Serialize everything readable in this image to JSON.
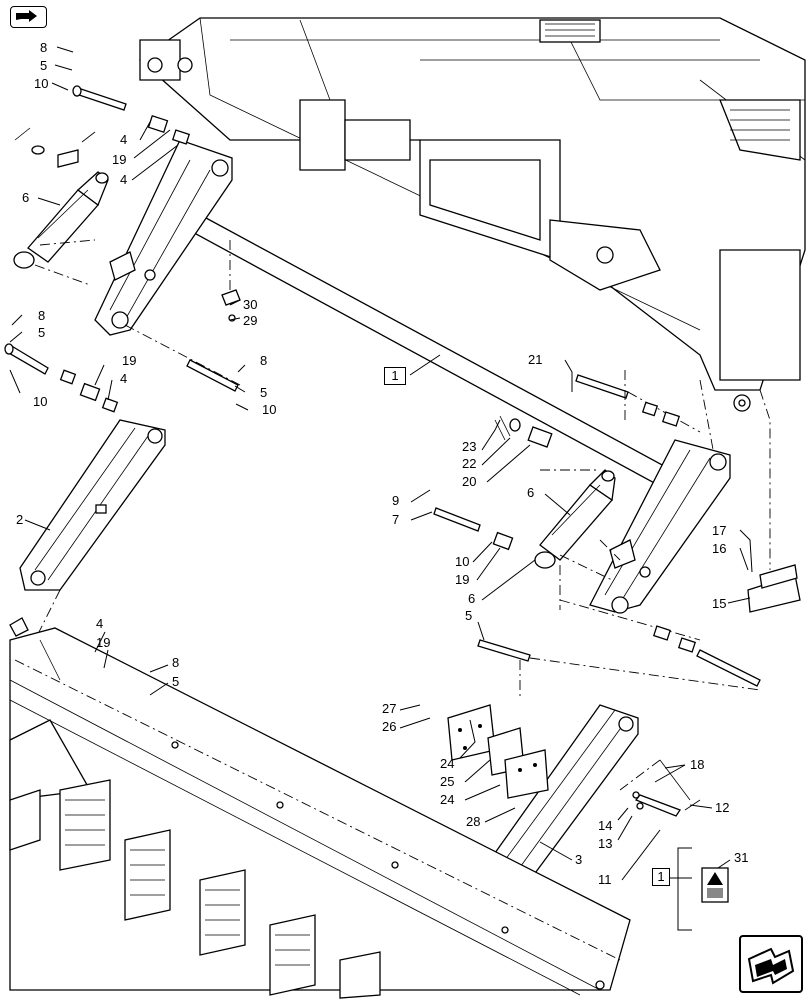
{
  "nav": {
    "top_icon": "arrow-right-icon",
    "bottom_icon": "next-page-arrow-icon"
  },
  "ref_boxes": {
    "main": "1",
    "decal": "1"
  },
  "callouts": {
    "c8a": "8",
    "c5a": "5",
    "c10a": "10",
    "c4a": "4",
    "c19a": "19",
    "c4b": "4",
    "c6a": "6",
    "c30": "30",
    "c29": "29",
    "c8b": "8",
    "c5b": "5",
    "c10b": "10",
    "c19b": "19",
    "c4c": "4",
    "c8c": "8",
    "c5c": "5",
    "c10c": "10",
    "c2": "2",
    "c21": "21",
    "c23": "23",
    "c22": "22",
    "c20": "20",
    "c9": "9",
    "c7": "7",
    "c6b": "6",
    "c10d": "10",
    "c19c": "19",
    "c6c": "6",
    "c17": "17",
    "c16": "16",
    "c15": "15",
    "c5d": "5",
    "c4d": "4",
    "c19d": "19",
    "c8d": "8",
    "c5e": "5",
    "c27": "27",
    "c26": "26",
    "c24a": "24",
    "c25": "25",
    "c24b": "24",
    "c28": "28",
    "c18": "18",
    "c12": "12",
    "c14": "14",
    "c13": "13",
    "c11": "11",
    "c3": "3",
    "c31": "31"
  }
}
